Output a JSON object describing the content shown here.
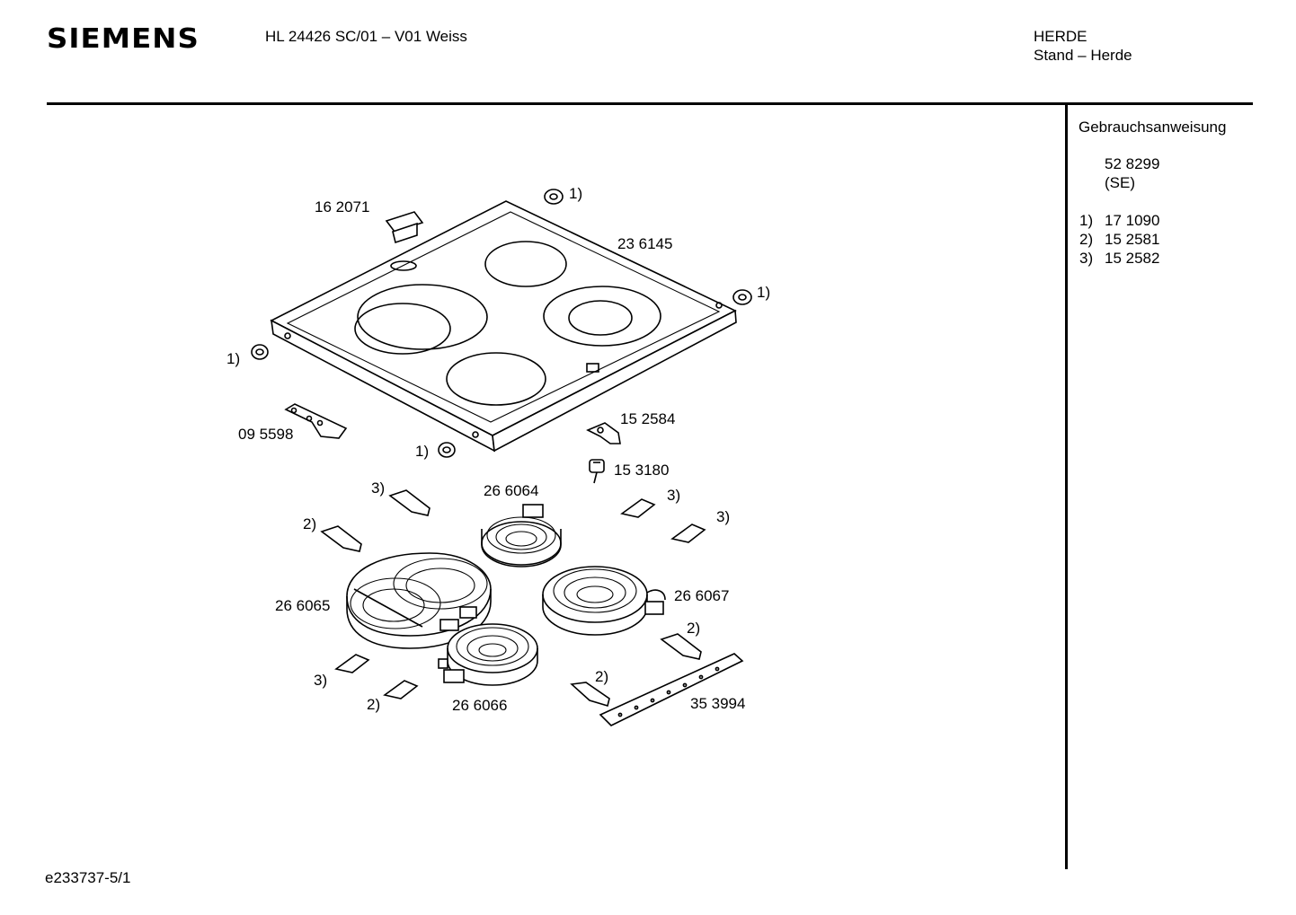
{
  "header": {
    "brand": "SIEMENS",
    "model": "HL 24426 SC/01 – V01 Weiss",
    "category": "HERDE",
    "subcategory": "Stand – Herde"
  },
  "sidebar": {
    "manual_heading": "Gebrauchsanweisung",
    "manual_number": "52 8299",
    "manual_lang": "(SE)",
    "legend": [
      {
        "key": "1)",
        "part": "17 1090"
      },
      {
        "key": "2)",
        "part": "15 2581"
      },
      {
        "key": "3)",
        "part": "15 2582"
      }
    ]
  },
  "parts": {
    "handle": "16 2071",
    "glass_top": "23 6145",
    "bracket_left": "09 5598",
    "bracket_right": "15 2584",
    "thermostat": "15 3180",
    "zone_back_left": "26 6064",
    "zone_oval": "26 6065",
    "zone_right": "26 6067",
    "zone_front": "26 6066",
    "terminal_strip": "35 3994"
  },
  "callouts": {
    "one": "1)",
    "two": "2)",
    "three": "3)"
  },
  "footer": {
    "doc_id": "e233737-5/1"
  }
}
